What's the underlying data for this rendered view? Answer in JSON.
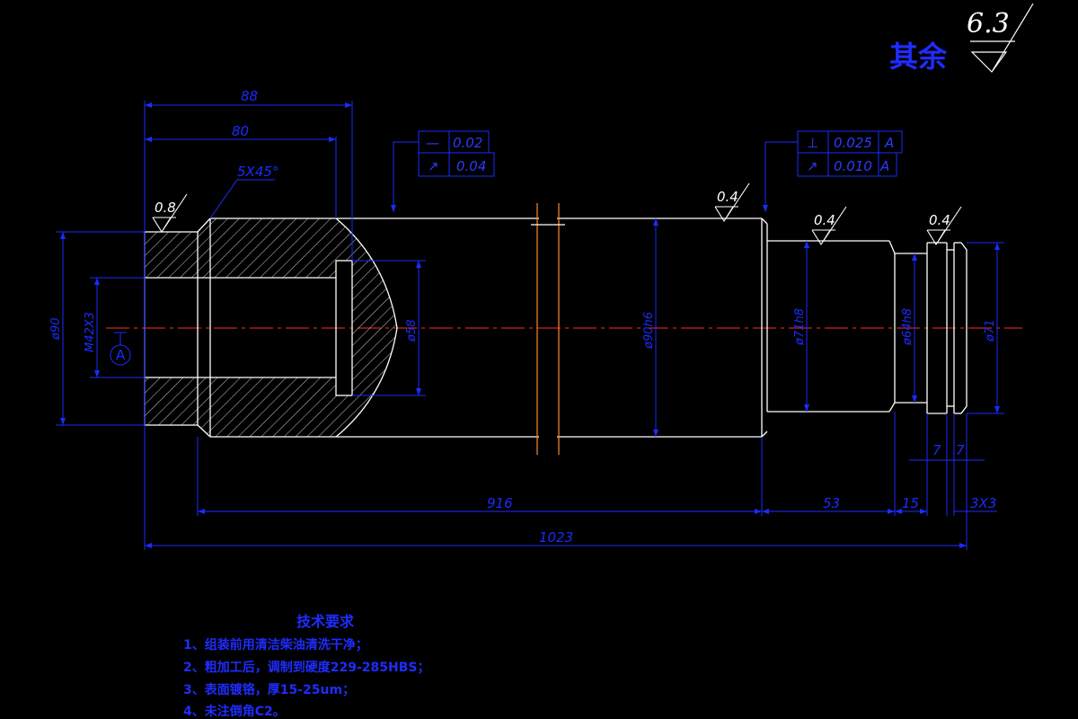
{
  "general_roughness": {
    "label": "其余",
    "value": "6.3"
  },
  "dimensions": {
    "overall_length": "1023",
    "bore_depth_88": "88",
    "bore_depth_80": "80",
    "chamfer": "5X45°",
    "length_916": "916",
    "length_53": "53",
    "length_15": "15",
    "groove_3x3": "3X3",
    "width_7a": "7",
    "width_7b": "7",
    "dia_90": "ø90",
    "thread": "M42X3",
    "dia_58": "ø58",
    "dia_90h6": "ø90h6",
    "dia_71h8": "ø71h8",
    "dia_64h8": "ø64h8",
    "dia_71": "ø71"
  },
  "datum": {
    "label": "A"
  },
  "roughness_marks": [
    "0.8",
    "0.4",
    "0.4",
    "0.4"
  ],
  "tolerance_frame_left": [
    {
      "symbol": "—",
      "value": "0.02",
      "datum": ""
    },
    {
      "symbol": "↗",
      "value": "0.04",
      "datum": ""
    }
  ],
  "tolerance_frame_right": [
    {
      "symbol": "⊥",
      "value": "0.025",
      "datum": "A"
    },
    {
      "symbol": "↗",
      "value": "0.010",
      "datum": "A"
    }
  ],
  "colors": {
    "background": "#000000",
    "outline": "#ffffff",
    "dimension": "#1a2cff",
    "centerline": "#ff2a2a",
    "break_line": "#ff8a2a"
  },
  "technical_requirements": {
    "title": "技术要求",
    "items": [
      "1、组装前用清洁柴油清洗干净；",
      "2、粗加工后，调制到硬度229-285HBS；",
      "3、表面镀铬，厚15-25um；",
      "4、未注倒角C2。"
    ]
  }
}
